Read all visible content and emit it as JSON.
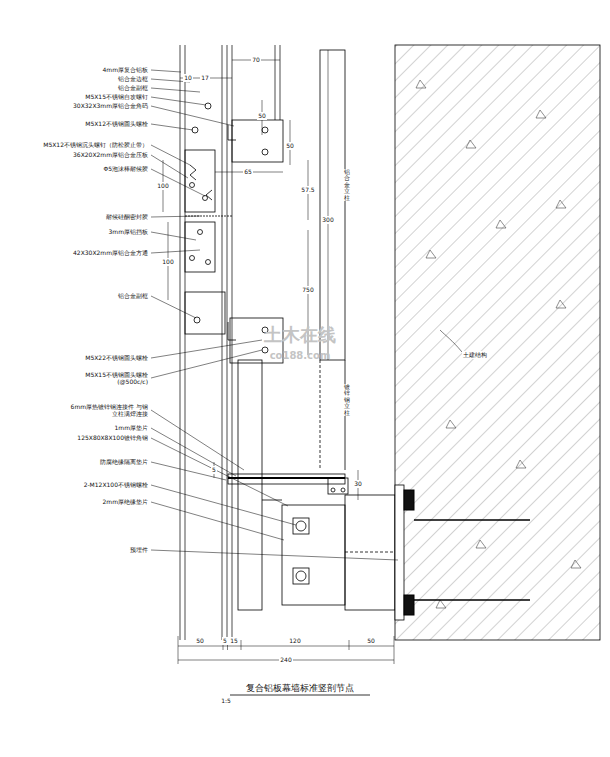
{
  "diagram": {
    "title": "复合铝板幕墙标准竖剖节点",
    "labels": [
      "4mm厚复合铝板",
      "铝合金边框",
      "铝合金副框",
      "M5X15不锈钢自攻螺钉",
      "30X32X3mm厚铝合金角码",
      "M5X12不锈钢圆头螺栓",
      "M5X12不锈钢沉头螺钉（防松胶止带）",
      "36X20X2mm厚铝合金压板",
      "Φ5泡沫棒耐候胶",
      "耐候硅酮密封胶",
      "3mm厚铝挡板",
      "42X30X2mm厚铝合金方通",
      "铝合金副框",
      "M5X22不锈钢圆头螺栓",
      "M5X15不锈钢圆头螺栓 (@500c/c)",
      "6mm厚热镀锌钢连接件 与钢立柱满焊连接",
      "1mm厚垫片",
      "125X80X8X100镀锌角钢",
      "防腐绝缘隔离垫片",
      "2-M12X100不锈钢螺栓",
      "2mm厚绝缘垫片",
      "预埋件",
      "铝合金立柱",
      "镀锌钢立柱",
      "土建结构",
      "70",
      "10",
      "17",
      "50",
      "50",
      "65",
      "57.5",
      "300",
      "100",
      "100",
      "750",
      "5",
      "30",
      "50",
      "5",
      "15",
      "120",
      "50",
      "240",
      "1:5",
      "土木在线",
      "co188.com"
    ]
  }
}
